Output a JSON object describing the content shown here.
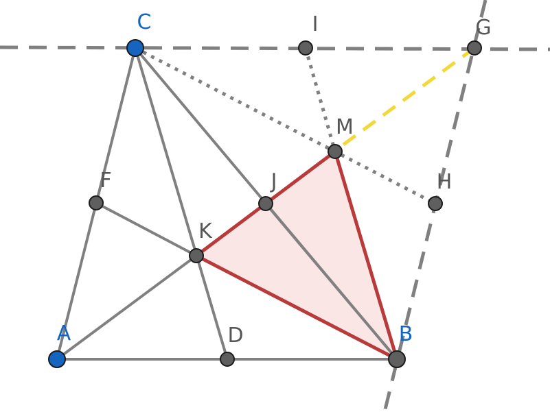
{
  "colors": {
    "line": "#808080",
    "point_gray": "#5f5f5f",
    "point_blue": "#1565c0",
    "label_gray": "#555555",
    "label_blue": "#1565c0",
    "triangle_stroke": "#b83a3a",
    "triangle_fill": "#fbe6e6",
    "yellow": "#f2d83b"
  },
  "points": [
    {
      "id": "A",
      "label": "A",
      "kind": "blue"
    },
    {
      "id": "B",
      "label": "B",
      "kind": "gray"
    },
    {
      "id": "C",
      "label": "C",
      "kind": "blue"
    },
    {
      "id": "D",
      "label": "D",
      "kind": "gray"
    },
    {
      "id": "F",
      "label": "F",
      "kind": "gray"
    },
    {
      "id": "G",
      "label": "G",
      "kind": "gray"
    },
    {
      "id": "H",
      "label": "H",
      "kind": "gray"
    },
    {
      "id": "I",
      "label": "I",
      "kind": "gray"
    },
    {
      "id": "J",
      "label": "J",
      "kind": "gray"
    },
    {
      "id": "K",
      "label": "K",
      "kind": "gray"
    },
    {
      "id": "M",
      "label": "M",
      "kind": "gray"
    }
  ],
  "label_colors": {
    "A": "blue",
    "B": "blue",
    "C": "blue"
  }
}
